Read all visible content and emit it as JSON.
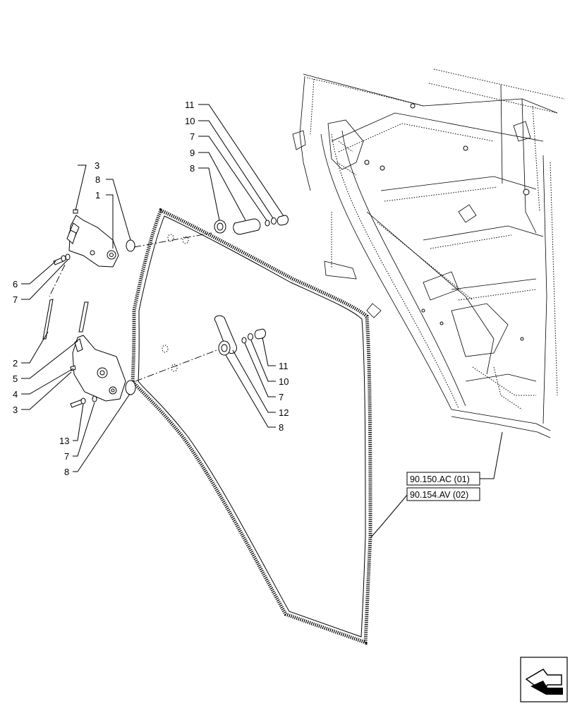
{
  "callouts": [
    {
      "id": "c-3-top",
      "text": "3"
    },
    {
      "id": "c-8-upper-left",
      "text": "8"
    },
    {
      "id": "c-1",
      "text": "1"
    },
    {
      "id": "c-6",
      "text": "6"
    },
    {
      "id": "c-7-left",
      "text": "7"
    },
    {
      "id": "c-2",
      "text": "2"
    },
    {
      "id": "c-5",
      "text": "5"
    },
    {
      "id": "c-4",
      "text": "4"
    },
    {
      "id": "c-3-lower",
      "text": "3"
    },
    {
      "id": "c-13",
      "text": "13"
    },
    {
      "id": "c-7-lower-left",
      "text": "7"
    },
    {
      "id": "c-8-lower-left",
      "text": "8"
    },
    {
      "id": "c-11-top",
      "text": "11"
    },
    {
      "id": "c-10-top",
      "text": "10"
    },
    {
      "id": "c-7-top",
      "text": "7"
    },
    {
      "id": "c-9",
      "text": "9"
    },
    {
      "id": "c-8-top",
      "text": "8"
    },
    {
      "id": "c-11-mid",
      "text": "11"
    },
    {
      "id": "c-10-mid",
      "text": "10"
    },
    {
      "id": "c-7-mid",
      "text": "7"
    },
    {
      "id": "c-12",
      "text": "12"
    },
    {
      "id": "c-8-mid",
      "text": "8"
    }
  ],
  "references": [
    {
      "id": "ref-cab",
      "text": "90.150.AC (01)"
    },
    {
      "id": "ref-door",
      "text": "90.154.AV (02)"
    }
  ],
  "nav_icon": "arrow-page-icon"
}
